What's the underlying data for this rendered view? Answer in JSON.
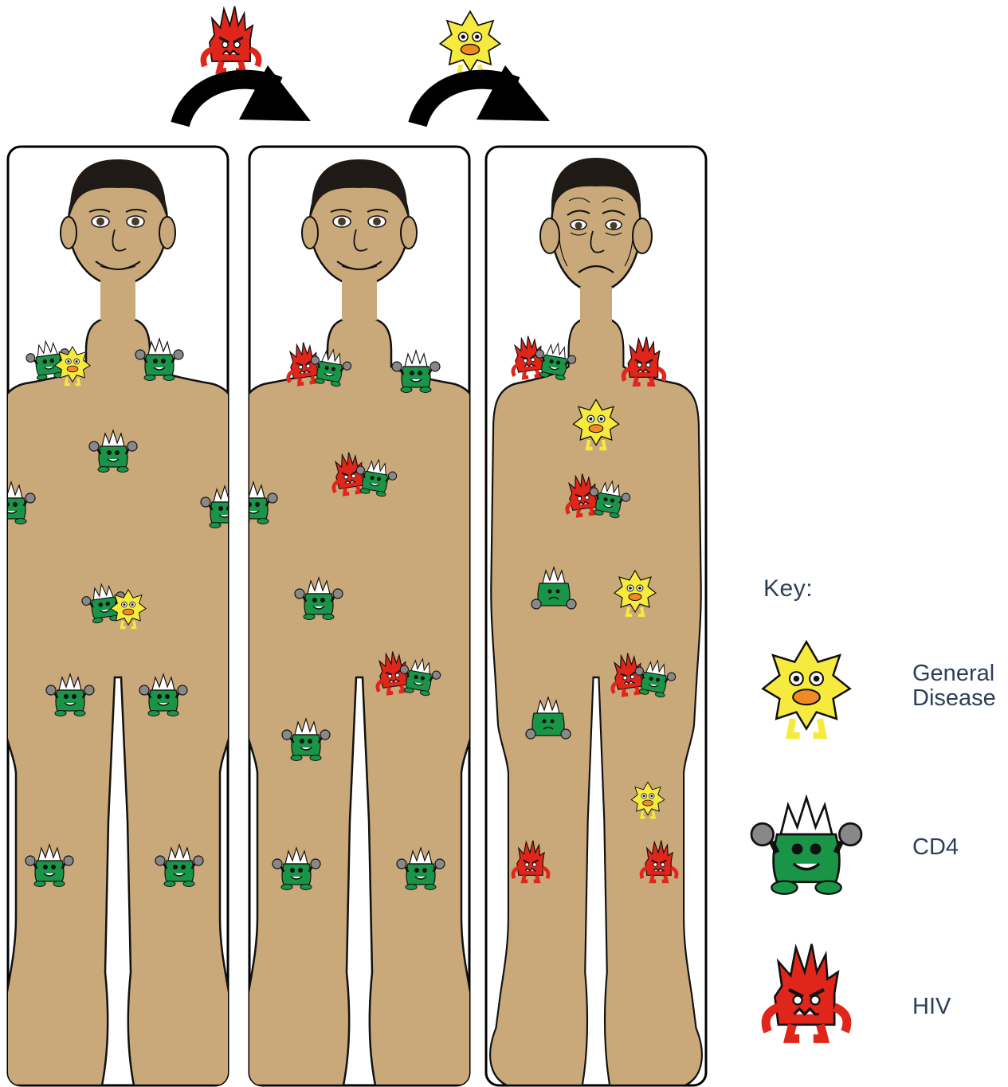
{
  "key": {
    "title": "Key:",
    "items": [
      {
        "id": "general-disease",
        "label": "General\nDisease",
        "icon": "yellow-germ-icon"
      },
      {
        "id": "cd4",
        "label": "CD4",
        "icon": "green-cd4-cell-icon"
      },
      {
        "id": "hiv",
        "label": "HIV",
        "icon": "red-hiv-virus-icon"
      }
    ]
  },
  "colors": {
    "skin": "#c9a87a",
    "hair": "#1f1a16",
    "outline": "#111111",
    "cd4_green": "#1a9447",
    "hiv_red": "#e0261b",
    "disease_yellow": "#f6ea3e",
    "arrow": "#000000",
    "key_text": "#2d3f58"
  },
  "panels": [
    {
      "id": "stage-1",
      "face": "healthy",
      "cells": [
        "cd4-vs-disease",
        "cd4",
        "cd4",
        "cd4-vs-disease",
        "cd4",
        "cd4",
        "cd4",
        "cd4"
      ]
    },
    {
      "id": "stage-2",
      "face": "healthy",
      "cells": [
        "hiv-vs-cd4",
        "cd4",
        "hiv-vs-cd4",
        "cd4",
        "hiv-vs-cd4",
        "cd4",
        "cd4",
        "cd4"
      ]
    },
    {
      "id": "stage-3",
      "face": "sick",
      "cells": [
        "hiv-vs-cd4",
        "hiv",
        "disease",
        "hiv-vs-cd4",
        "cd4-sad",
        "disease",
        "hiv-vs-cd4",
        "cd4-sad",
        "disease",
        "hiv",
        "hiv"
      ]
    }
  ]
}
